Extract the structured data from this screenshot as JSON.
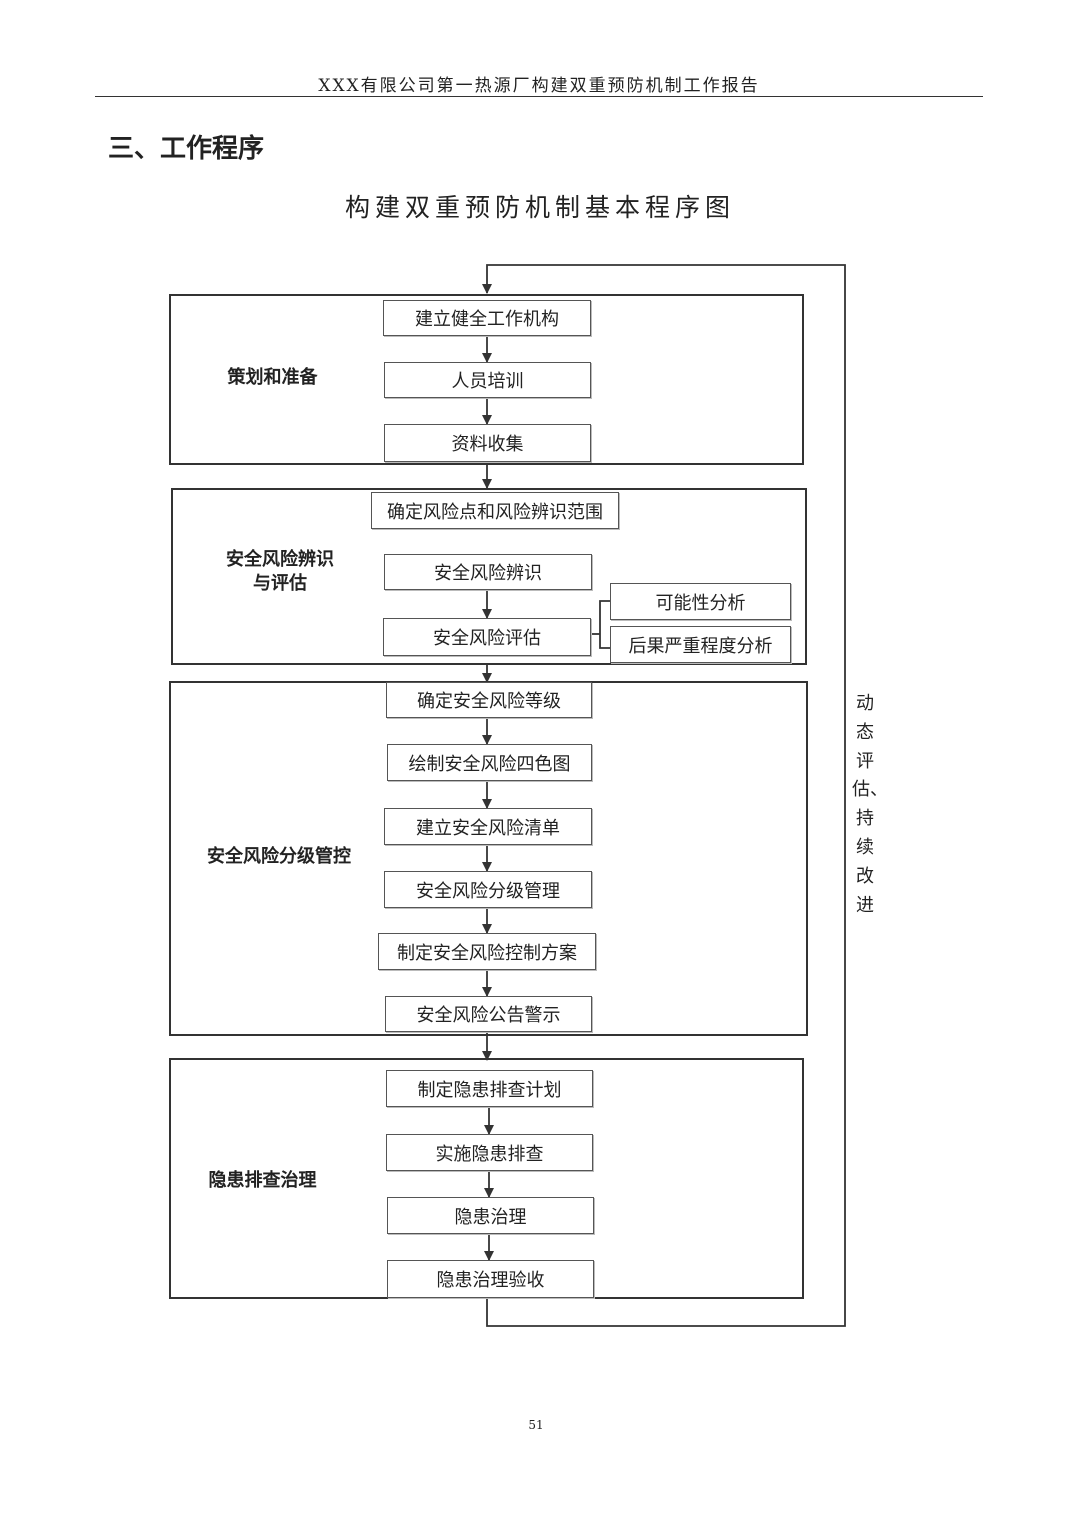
{
  "header": {
    "text": "XXX有限公司第一热源厂构建双重预防机制工作报告"
  },
  "section_title": "三、工作程序",
  "diagram_title": "构建双重预防机制基本程序图",
  "groups": {
    "g1": {
      "label": "策划和准备",
      "steps": [
        "建立健全工作机构",
        "人员培训",
        "资料收集"
      ]
    },
    "g2": {
      "label_line1": "安全风险辨识",
      "label_line2": "与评估",
      "scope": "确定风险点和风险辨识范围",
      "steps": [
        "安全风险辨识",
        "安全风险评估"
      ],
      "branches": [
        "可能性分析",
        "后果严重程度分析"
      ]
    },
    "g3": {
      "label": "安全风险分级管控",
      "steps": [
        "确定安全风险等级",
        "绘制安全风险四色图",
        "建立安全风险清单",
        "安全风险分级管理",
        "制定安全风险控制方案",
        "安全风险公告警示"
      ]
    },
    "g4": {
      "label": "隐患排查治理",
      "steps": [
        "制定隐患排查计划",
        "实施隐患排查",
        "隐患治理",
        "隐患治理验收"
      ]
    }
  },
  "feedback_label": "动态评估、持续改进",
  "page_number": "51"
}
